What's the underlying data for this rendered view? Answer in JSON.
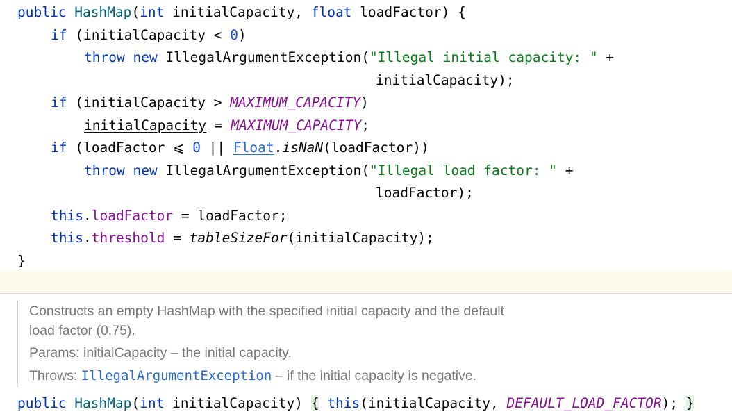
{
  "code": {
    "line1": {
      "kw1": "public",
      "name": "HashMap",
      "open": "(",
      "kw2": "int",
      "p1": "initialCapacity",
      "comma": ", ",
      "kw3": "float",
      "p2": "loadFactor",
      "close": ") {"
    },
    "line2": {
      "kw": "if",
      "rest1": " (initialCapacity < ",
      "num": "0",
      "rest2": ")"
    },
    "line3": {
      "kw1": "throw",
      "kw2": "new",
      "cls": "IllegalArgumentException(",
      "str": "\"Illegal initial capacity: \"",
      "op": " +"
    },
    "line4": {
      "text": "initialCapacity);"
    },
    "line5": {
      "kw": "if",
      "rest1": " (initialCapacity > ",
      "const": "MAXIMUM_CAPACITY",
      "rest2": ")"
    },
    "line6": {
      "var": "initialCapacity",
      "eq": " = ",
      "const": "MAXIMUM_CAPACITY",
      "semi": ";"
    },
    "line7": {
      "kw": "if",
      "rest1": " (loadFactor ⩽ ",
      "num": "0",
      "rest2": " || ",
      "link": "Float",
      "dot": ".",
      "method": "isNaN",
      "rest3": "(loadFactor))"
    },
    "line8": {
      "kw1": "throw",
      "kw2": "new",
      "cls": "IllegalArgumentException(",
      "str": "\"Illegal load factor: \"",
      "op": " +"
    },
    "line9": {
      "text": "loadFactor);"
    },
    "line10": {
      "kw": "this",
      "dot": ".",
      "field": "loadFactor",
      "rest": " = loadFactor;"
    },
    "line11": {
      "kw": "this",
      "dot": ".",
      "field": "threshold",
      "eq": " = ",
      "method": "tableSizeFor",
      "open": "(",
      "arg": "initialCapacity",
      "close": ");"
    },
    "line12": {
      "text": "}"
    }
  },
  "doc": {
    "line1": "Constructs an empty HashMap with the specified initial capacity and the default",
    "line2": "load factor (0.75).",
    "params": "Params: initialCapacity – the initial capacity.",
    "throws_label": "Throws: ",
    "throws_link": "IllegalArgumentException",
    "throws_rest": " – if the initial capacity is negative."
  },
  "code2": {
    "kw1": "public",
    "name": "HashMap",
    "open": "(",
    "kw2": "int",
    "rest1": " initialCapacity)",
    "brace1": "{",
    "kw3": "this",
    "rest2": "(initialCapacity, ",
    "const": "DEFAULT_LOAD_FACTOR",
    "rest3": ");",
    "brace2": "}"
  }
}
